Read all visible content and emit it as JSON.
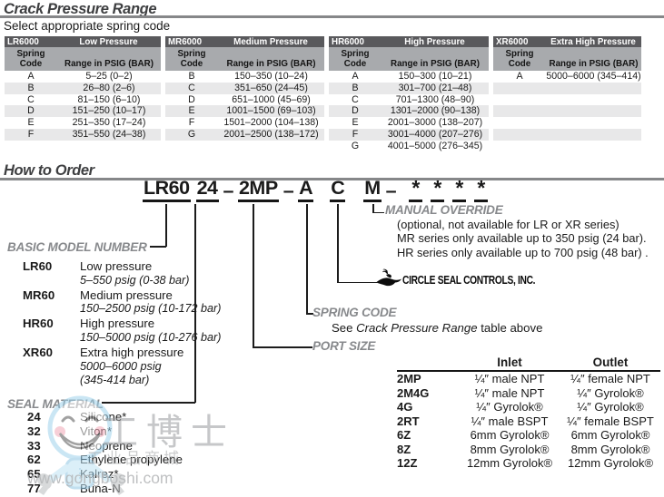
{
  "colors": {
    "table_header_dark": "#59595c",
    "table_header_gray": "#a8aaad",
    "row_stripe": "#e8e8e9",
    "label_gray": "#87898c",
    "title_dark": "#3e3f41"
  },
  "header": {
    "title": "Crack Pressure Range",
    "subtitle": "Select appropriate spring code"
  },
  "tables": [
    {
      "model": "LR6000",
      "pressure": "Low Pressure",
      "spring1": "Spring",
      "spring2": "Code",
      "range_label": "Range in PSIG (BAR)",
      "rows": [
        {
          "code": "A",
          "range": "5–25 (0–2)"
        },
        {
          "code": "B",
          "range": "26–80 (2–6)"
        },
        {
          "code": "C",
          "range": "81–150 (6–10)"
        },
        {
          "code": "D",
          "range": "151–250 (10–17)"
        },
        {
          "code": "E",
          "range": "251–350 (17–24)"
        },
        {
          "code": "F",
          "range": "351–550 (24–38)"
        }
      ]
    },
    {
      "model": "MR6000",
      "pressure": "Medium Pressure",
      "spring1": "Spring",
      "spring2": "Code",
      "range_label": "Range in PSIG (BAR)",
      "rows": [
        {
          "code": "B",
          "range": "150–350 (10–24)"
        },
        {
          "code": "C",
          "range": "351–650 (24–45)"
        },
        {
          "code": "D",
          "range": "651–1000 (45–69)"
        },
        {
          "code": "E",
          "range": "1001–1500 (69–103)"
        },
        {
          "code": "F",
          "range": "1501–2000 (104–138)"
        },
        {
          "code": "G",
          "range": "2001–2500 (138–172)"
        }
      ]
    },
    {
      "model": "HR6000",
      "pressure": "High Pressure",
      "spring1": "Spring",
      "spring2": "Code",
      "range_label": "Range in PSIG (BAR)",
      "rows": [
        {
          "code": "A",
          "range": "150–300 (10–21)"
        },
        {
          "code": "B",
          "range": "301–700 (21–48)"
        },
        {
          "code": "C",
          "range": "701–1300 (48–90)"
        },
        {
          "code": "D",
          "range": "1301–2000 (90–138)"
        },
        {
          "code": "E",
          "range": "2001–3000 (138–207)"
        },
        {
          "code": "F",
          "range": "3001–4000 (207–276)"
        },
        {
          "code": "G",
          "range": "4001–5000 (276–345)"
        }
      ]
    },
    {
      "model": "XR6000",
      "pressure": "Extra High Pressure",
      "spring1": "Spring",
      "spring2": "Code",
      "range_label": "Range in PSIG (BAR)",
      "rows": [
        {
          "code": "A",
          "range": "5000–6000 (345–414)"
        }
      ]
    }
  ],
  "how_to_order": {
    "title": "How to Order",
    "code": {
      "seg_model": "LR60",
      "seg_seal": "24",
      "dash": "–",
      "seg_port": "2MP",
      "seg_spring": "A",
      "seg_c": "C",
      "seg_manual": "M",
      "star": "*"
    }
  },
  "basic_model": {
    "label": "BASIC MODEL NUMBER",
    "items": [
      {
        "code": "LR60",
        "name": "Low pressure",
        "range": "5–550 psig (0-38 bar)"
      },
      {
        "code": "MR60",
        "name": "Medium pressure",
        "range": "150–2500 psig (10-172 bar)"
      },
      {
        "code": "HR60",
        "name": "High pressure",
        "range": "150–5000 psig (10-276 bar)"
      },
      {
        "code": "XR60",
        "name": "Extra high pressure",
        "range": "5000–6000 psig",
        "range2": "(345-414 bar)"
      }
    ]
  },
  "seal_material": {
    "label": "SEAL MATERIAL",
    "items": [
      {
        "code": "24",
        "name": "Silicone*"
      },
      {
        "code": "32",
        "name": "Viton*"
      },
      {
        "code": "33",
        "name": "Neoprene"
      },
      {
        "code": "62",
        "name": "Ethylene propylene"
      },
      {
        "code": "65",
        "name": "Kalrez*"
      },
      {
        "code": "77",
        "name": "Buna-N"
      }
    ]
  },
  "manual_override": {
    "label": "MANUAL OVERRIDE",
    "note1": "(optional, not available for LR or XR series)",
    "note2": "MR series only available up to 350 psig (24 bar).",
    "note3": "HR series only available up to 700 psig (48 bar) ."
  },
  "logo": {
    "text": "CIRCLE SEAL CONTROLS, INC."
  },
  "spring_code": {
    "label": "SPRING CODE",
    "note_pre": "See ",
    "note_italic": "Crack Pressure Range",
    "note_post": " table above"
  },
  "port_size": {
    "label": "PORT SIZE",
    "inlet_header": "Inlet",
    "outlet_header": "Outlet",
    "rows": [
      {
        "code": "2MP",
        "inlet": "¼″ male NPT",
        "outlet": "¼″ female NPT"
      },
      {
        "code": "2M4G",
        "inlet": "¼″ male NPT",
        "outlet": "¼″ Gyrolok®"
      },
      {
        "code": "4G",
        "inlet": "¼″ Gyrolok®",
        "outlet": "¼″ Gyrolok®"
      },
      {
        "code": "2RT",
        "inlet": "¼″ male BSPT",
        "outlet": "¼″ female BSPT"
      },
      {
        "code": "6Z",
        "inlet": "6mm Gyrolok®",
        "outlet": "6mm Gyrolok®"
      },
      {
        "code": "8Z",
        "inlet": "8mm Gyrolok®",
        "outlet": "8mm Gyrolok®"
      },
      {
        "code": "12Z",
        "inlet": "12mm Gyrolok®",
        "outlet": "12mm Gyrolok®"
      }
    ]
  },
  "watermark": {
    "brand_cn": "工博士",
    "tagline_cn": "工业品商城",
    "url": "www.gongboshi.com"
  }
}
